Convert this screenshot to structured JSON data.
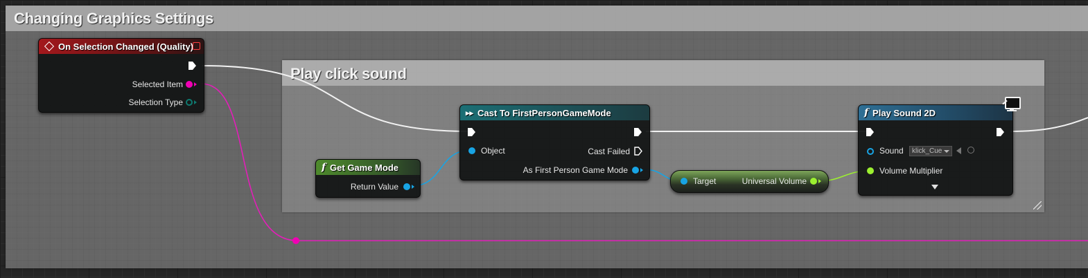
{
  "graph": {
    "outer_comment": "Changing Graphics Settings",
    "inner_comment": "Play click sound"
  },
  "nodes": {
    "event": {
      "title": "On Selection Changed (Quality)",
      "pin_selected_item": "Selected Item",
      "pin_selection_type": "Selection Type"
    },
    "get_game_mode": {
      "title": "Get Game Mode",
      "pin_return_value": "Return Value"
    },
    "cast": {
      "title": "Cast To FirstPersonGameMode",
      "pin_object": "Object",
      "pin_cast_failed": "Cast Failed",
      "pin_as": "As First Person Game Mode"
    },
    "getter": {
      "pin_target": "Target",
      "pin_value": "Universal Volume"
    },
    "play_sound": {
      "title": "Play Sound 2D",
      "pin_sound": "Sound",
      "sound_value": "klick_Cue",
      "pin_volume": "Volume Multiplier"
    }
  },
  "icons": [
    "event-diamond-icon",
    "function-icon",
    "cast-icon",
    "delegate-pin-icon",
    "exec-pin-icon",
    "client-only-icon",
    "browse-asset-icon",
    "use-selected-icon",
    "advanced-expand-icon"
  ],
  "colors": {
    "exec_wire": "#ffffff",
    "object_pin": "#18a4e4",
    "string_pin": "#f000b4",
    "float_pin": "#9cf030",
    "enum_pin": "#0e7a70"
  }
}
